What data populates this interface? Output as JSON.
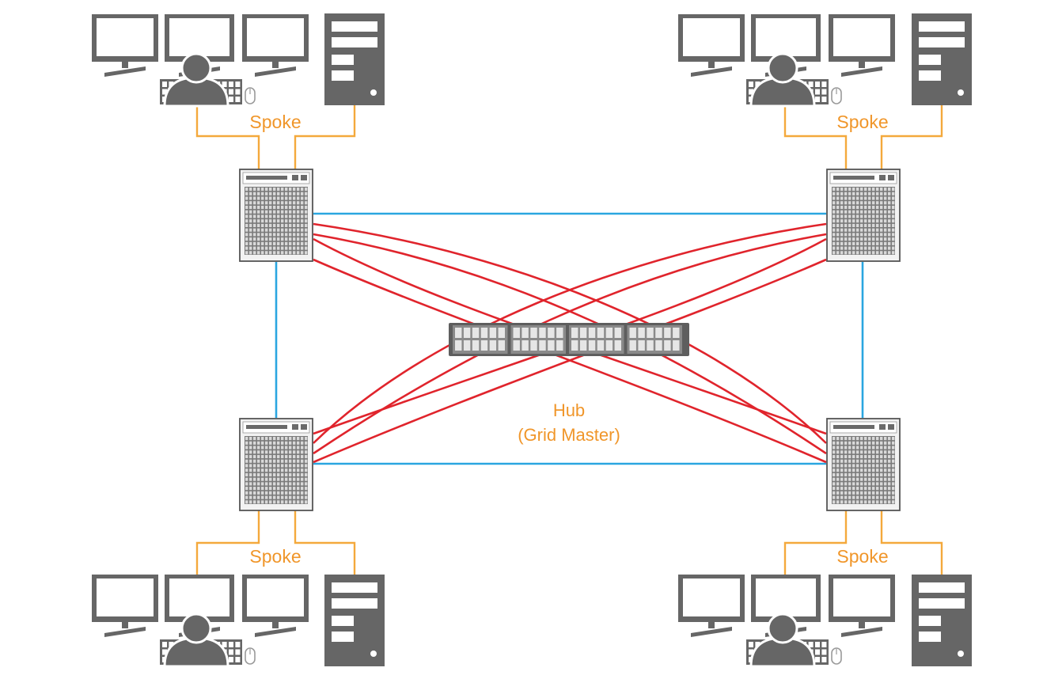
{
  "labels": {
    "spoke": "Spoke",
    "hub_line1": "Hub",
    "hub_line2": "(Grid Master)"
  },
  "colors": {
    "spoke_link": "#f4a93c",
    "label": "#f0962a",
    "ring_link": "#2aa6e0",
    "mesh_link": "#e0242c",
    "device_gray": "#666666",
    "device_light": "#9a9a9a",
    "hub_cell": "#e6e6e6",
    "background": "#ffffff"
  },
  "sites": [
    "top-left",
    "top-right",
    "bottom-left",
    "bottom-right"
  ],
  "icons": {
    "monitor": "monitor-icon",
    "user": "user-icon",
    "keyboard": "keyboard-icon",
    "mouse": "mouse-icon",
    "tower": "pc-tower-icon",
    "switch": "switch-icon",
    "hub": "hub-switch-icon"
  }
}
